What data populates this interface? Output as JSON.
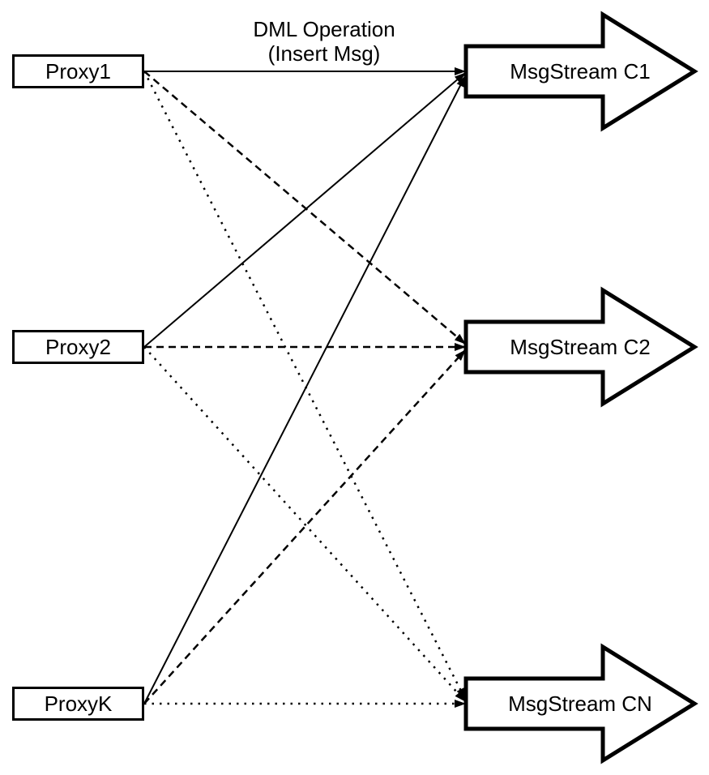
{
  "diagram_type": "proxy-to-msgstream-fanout",
  "title": {
    "line1": "DML Operation",
    "line2": "(Insert Msg)"
  },
  "proxies": [
    {
      "id": "proxy1",
      "label": "Proxy1"
    },
    {
      "id": "proxy2",
      "label": "Proxy2"
    },
    {
      "id": "proxyk",
      "label": "ProxyK"
    }
  ],
  "streams": [
    {
      "id": "c1",
      "label": "MsgStream C1"
    },
    {
      "id": "c2",
      "label": "MsgStream C2"
    },
    {
      "id": "cn",
      "label": "MsgStream CN"
    }
  ],
  "edges": [
    {
      "from": "Proxy1",
      "to": "MsgStream C1",
      "style": "solid"
    },
    {
      "from": "Proxy2",
      "to": "MsgStream C1",
      "style": "solid"
    },
    {
      "from": "ProxyK",
      "to": "MsgStream C1",
      "style": "solid"
    },
    {
      "from": "Proxy1",
      "to": "MsgStream C2",
      "style": "dashed"
    },
    {
      "from": "Proxy2",
      "to": "MsgStream C2",
      "style": "dashed"
    },
    {
      "from": "ProxyK",
      "to": "MsgStream C2",
      "style": "dashed"
    },
    {
      "from": "Proxy1",
      "to": "MsgStream CN",
      "style": "dotted"
    },
    {
      "from": "Proxy2",
      "to": "MsgStream CN",
      "style": "dotted"
    },
    {
      "from": "ProxyK",
      "to": "MsgStream CN",
      "style": "dotted"
    }
  ],
  "colors": {
    "background": "#ffffff",
    "stroke": "#000000",
    "shape_fill": "#ffffff"
  }
}
